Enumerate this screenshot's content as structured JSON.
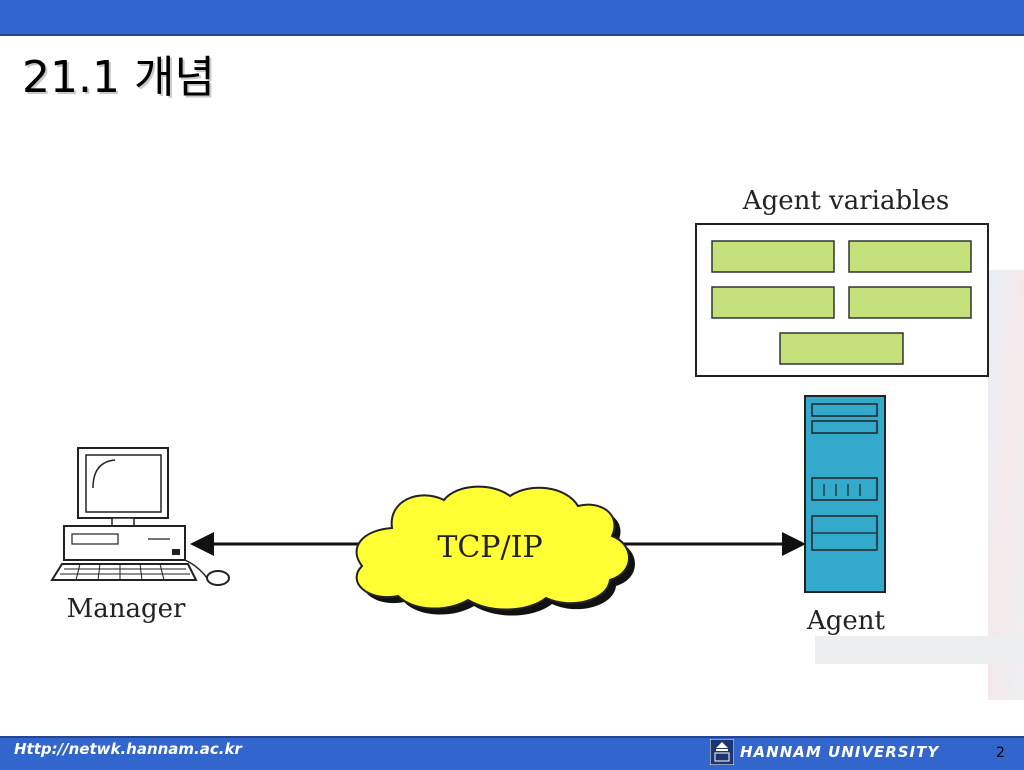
{
  "slide": {
    "title": "21.1 개념",
    "page_number": "2"
  },
  "diagram": {
    "agent_variables_label": "Agent variables",
    "cloud_label": "TCP/IP",
    "manager_label": "Manager",
    "agent_label": "Agent",
    "variable_box_color": "#c4e07a",
    "cloud_color": "#ffff33",
    "server_color": "#33aacc"
  },
  "footer": {
    "url": "Http://netwk.hannam.ac.kr",
    "university": "HANNAM UNIVERSITY"
  }
}
